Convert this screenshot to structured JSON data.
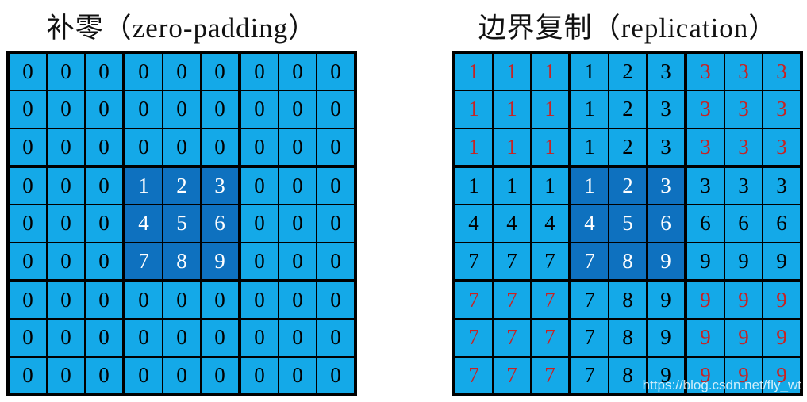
{
  "figure": {
    "left_title": "补零（zero-padding）",
    "right_title": "边界复制（replication）"
  },
  "watermark": {
    "text": "https://blog.csdn.net/fly_wt"
  },
  "colors": {
    "cell_light_blue": "#14A9E8",
    "cell_dark_blue": "#0E71BF",
    "grid_line": "#000000",
    "text_black": "#000000",
    "text_red": "#C92222",
    "text_white": "#FFFFFF",
    "title_color": "#111111",
    "watermark_color": "rgba(255,255,255,0.8)"
  },
  "style_codes": {
    "k": "black-text-light-cell",
    "r": "red-text-light-cell",
    "w": "white-text-dark-cell"
  },
  "grids": {
    "left": {
      "label": "zero-padding",
      "values": [
        [
          "0",
          "0",
          "0",
          "0",
          "0",
          "0",
          "0",
          "0",
          "0"
        ],
        [
          "0",
          "0",
          "0",
          "0",
          "0",
          "0",
          "0",
          "0",
          "0"
        ],
        [
          "0",
          "0",
          "0",
          "0",
          "0",
          "0",
          "0",
          "0",
          "0"
        ],
        [
          "0",
          "0",
          "0",
          "1",
          "2",
          "3",
          "0",
          "0",
          "0"
        ],
        [
          "0",
          "0",
          "0",
          "4",
          "5",
          "6",
          "0",
          "0",
          "0"
        ],
        [
          "0",
          "0",
          "0",
          "7",
          "8",
          "9",
          "0",
          "0",
          "0"
        ],
        [
          "0",
          "0",
          "0",
          "0",
          "0",
          "0",
          "0",
          "0",
          "0"
        ],
        [
          "0",
          "0",
          "0",
          "0",
          "0",
          "0",
          "0",
          "0",
          "0"
        ],
        [
          "0",
          "0",
          "0",
          "0",
          "0",
          "0",
          "0",
          "0",
          "0"
        ]
      ],
      "styles": [
        [
          "k",
          "k",
          "k",
          "k",
          "k",
          "k",
          "k",
          "k",
          "k"
        ],
        [
          "k",
          "k",
          "k",
          "k",
          "k",
          "k",
          "k",
          "k",
          "k"
        ],
        [
          "k",
          "k",
          "k",
          "k",
          "k",
          "k",
          "k",
          "k",
          "k"
        ],
        [
          "k",
          "k",
          "k",
          "w",
          "w",
          "w",
          "k",
          "k",
          "k"
        ],
        [
          "k",
          "k",
          "k",
          "w",
          "w",
          "w",
          "k",
          "k",
          "k"
        ],
        [
          "k",
          "k",
          "k",
          "w",
          "w",
          "w",
          "k",
          "k",
          "k"
        ],
        [
          "k",
          "k",
          "k",
          "k",
          "k",
          "k",
          "k",
          "k",
          "k"
        ],
        [
          "k",
          "k",
          "k",
          "k",
          "k",
          "k",
          "k",
          "k",
          "k"
        ],
        [
          "k",
          "k",
          "k",
          "k",
          "k",
          "k",
          "k",
          "k",
          "k"
        ]
      ]
    },
    "right": {
      "label": "replication",
      "values": [
        [
          "1",
          "1",
          "1",
          "1",
          "2",
          "3",
          "3",
          "3",
          "3"
        ],
        [
          "1",
          "1",
          "1",
          "1",
          "2",
          "3",
          "3",
          "3",
          "3"
        ],
        [
          "1",
          "1",
          "1",
          "1",
          "2",
          "3",
          "3",
          "3",
          "3"
        ],
        [
          "1",
          "1",
          "1",
          "1",
          "2",
          "3",
          "3",
          "3",
          "3"
        ],
        [
          "4",
          "4",
          "4",
          "4",
          "5",
          "6",
          "6",
          "6",
          "6"
        ],
        [
          "7",
          "7",
          "7",
          "7",
          "8",
          "9",
          "9",
          "9",
          "9"
        ],
        [
          "7",
          "7",
          "7",
          "7",
          "8",
          "9",
          "9",
          "9",
          "9"
        ],
        [
          "7",
          "7",
          "7",
          "7",
          "8",
          "9",
          "9",
          "9",
          "9"
        ],
        [
          "7",
          "7",
          "7",
          "7",
          "8",
          "9",
          "9",
          "9",
          "9"
        ]
      ],
      "styles": [
        [
          "r",
          "r",
          "r",
          "k",
          "k",
          "k",
          "r",
          "r",
          "r"
        ],
        [
          "r",
          "r",
          "r",
          "k",
          "k",
          "k",
          "r",
          "r",
          "r"
        ],
        [
          "r",
          "r",
          "r",
          "k",
          "k",
          "k",
          "r",
          "r",
          "r"
        ],
        [
          "k",
          "k",
          "k",
          "w",
          "w",
          "w",
          "k",
          "k",
          "k"
        ],
        [
          "k",
          "k",
          "k",
          "w",
          "w",
          "w",
          "k",
          "k",
          "k"
        ],
        [
          "k",
          "k",
          "k",
          "w",
          "w",
          "w",
          "k",
          "k",
          "k"
        ],
        [
          "r",
          "r",
          "r",
          "k",
          "k",
          "k",
          "r",
          "r",
          "r"
        ],
        [
          "r",
          "r",
          "r",
          "k",
          "k",
          "k",
          "r",
          "r",
          "r"
        ],
        [
          "r",
          "r",
          "r",
          "k",
          "k",
          "k",
          "r",
          "r",
          "r"
        ]
      ]
    }
  }
}
